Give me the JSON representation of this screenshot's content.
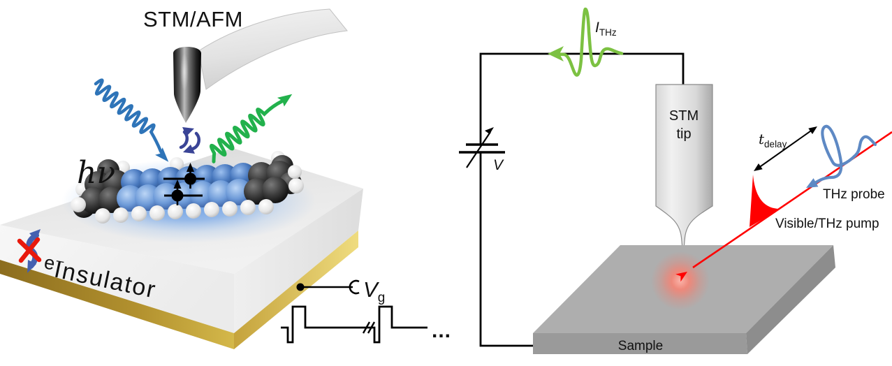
{
  "figure": {
    "left_panel": {
      "title": "STM/AFM",
      "photon_label": "hν",
      "electron_label": "e⁻",
      "insulator_label": "Insulator",
      "gate_voltage": {
        "symbol": "V",
        "subscript": "g"
      },
      "pulse_ellipsis": "..."
    },
    "right_panel": {
      "thz_current": {
        "symbol": "I",
        "subscript": "THz"
      },
      "stm_tip_label": [
        "STM",
        "tip"
      ],
      "voltage_label": "V",
      "delay": {
        "symbol": "t",
        "subscript": "delay"
      },
      "thz_probe_label": "THz probe",
      "pump_label": "Visible/THz pump",
      "sample_label": "Sample"
    },
    "colors": {
      "photon_blue": "#2e74b8",
      "emission_green": "#22b14c",
      "thz_green": "#7cc142",
      "probe_blue": "#5e89c4",
      "pump_red": "#ff0000",
      "gold": "#c2a02c",
      "spin_navy": "#3a4496"
    }
  }
}
